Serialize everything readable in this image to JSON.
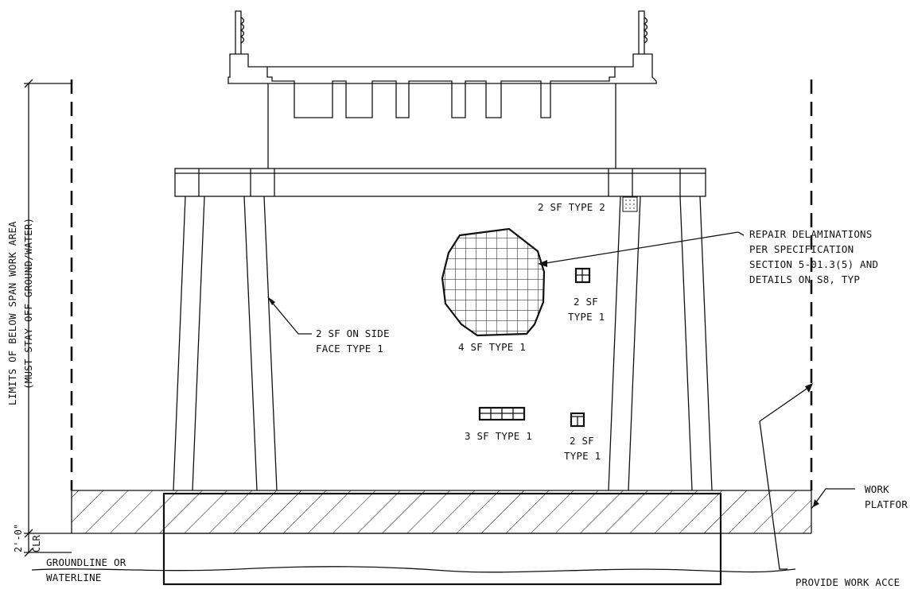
{
  "labels": {
    "limits_line1": "LIMITS OF BELOW SPAN WORK AREA",
    "limits_line2": "(MUST STAY OFF GROUND/WATER)",
    "clearance_dim": "2'-0\"",
    "clearance_abbrev": "CLR",
    "groundline_1": "GROUNDLINE OR",
    "groundline_2": "WATERLINE",
    "type2_small": "2 SF TYPE 2",
    "repair_note_1": "REPAIR DELAMINATIONS",
    "repair_note_2": "PER SPECIFICATION",
    "repair_note_3": "SECTION 5-01.3(5) AND",
    "repair_note_4": "DETAILS ON S8, TYP",
    "side_face_1": "2 SF ON SIDE",
    "side_face_2": "FACE TYPE 1",
    "large_patch": "4 SF TYPE 1",
    "upper_right_1": "2 SF",
    "upper_right_2": "TYPE 1",
    "row_patch": "3 SF TYPE 1",
    "lower_right_1": "2 SF",
    "lower_right_2": "TYPE 1",
    "work_platform_1": "WORK",
    "work_platform_2": "PLATFOR",
    "provide_access": "PROVIDE WORK ACCE"
  }
}
